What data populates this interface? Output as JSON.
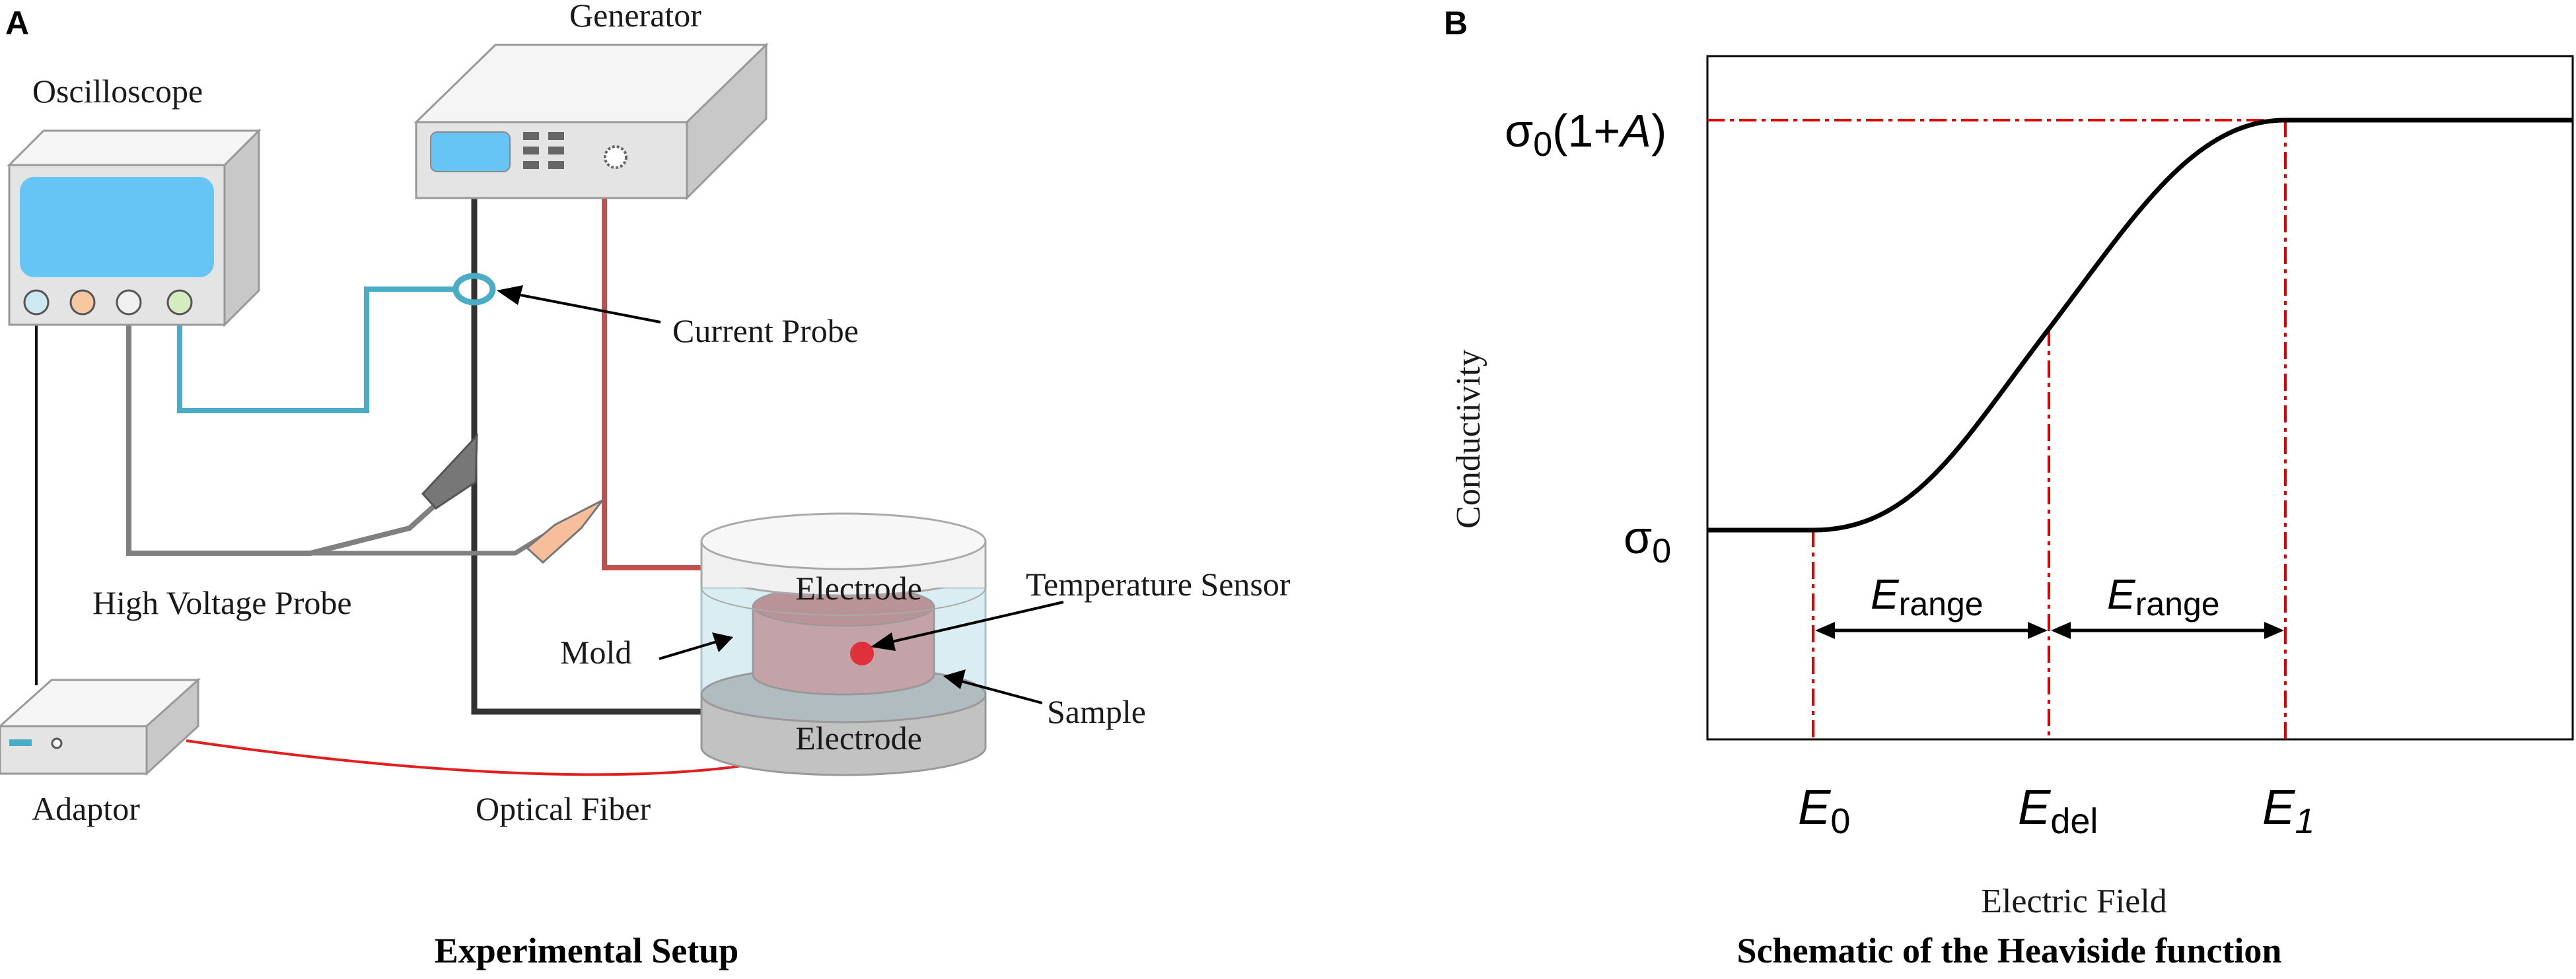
{
  "panel_a": {
    "letter": "A",
    "caption": "Experimental Setup",
    "labels": {
      "generator": "Generator",
      "oscilloscope": "Oscilloscope",
      "current_probe": "Current Probe",
      "high_voltage_probe": "High Voltage Probe",
      "electrode_top": "Electrode",
      "electrode_bottom": "Electrode",
      "temperature_sensor": "Temperature Sensor",
      "mold": "Mold",
      "sample": "Sample",
      "adaptor": "Adaptor",
      "optical_fiber": "Optical Fiber"
    }
  },
  "panel_b": {
    "letter": "B",
    "caption": "Schematic of the Heaviside function",
    "xlabel": "Electric Field",
    "ylabel": "Conductivity",
    "y_levels": {
      "low": {
        "base": "σ",
        "sub": "0"
      },
      "high": {
        "base": "σ",
        "sub": "0",
        "rest": "(1+",
        "italic": "A",
        "close": ")"
      }
    },
    "x_marks": [
      {
        "base": "E",
        "sub": "0",
        "sub_italic": false
      },
      {
        "base": "E",
        "sub": "del",
        "sub_italic": false
      },
      {
        "base": "E",
        "sub": "1",
        "sub_italic": true
      }
    ],
    "range_labels": [
      {
        "base": "E",
        "sub": "range"
      },
      {
        "base": "E",
        "sub": "range"
      }
    ]
  },
  "colors": {
    "black_wire": "#333333",
    "red_wire": "#c0504d",
    "blue_wire": "#4bacc6",
    "gray_wire": "#808080",
    "fiber": "#e02020",
    "screen": "#66c5f5",
    "guide": "#e00000"
  }
}
